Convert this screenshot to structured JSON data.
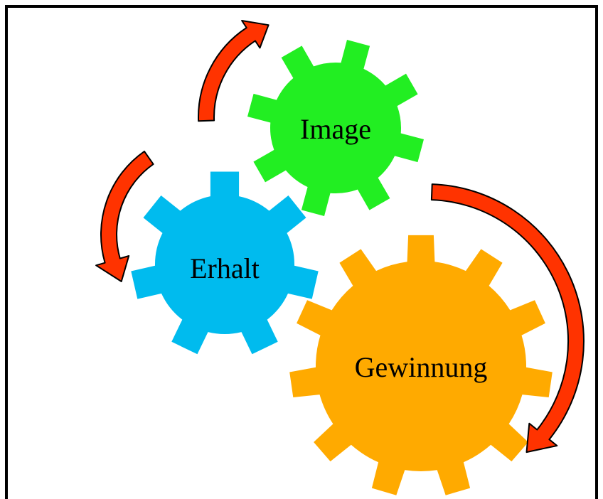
{
  "diagram": {
    "gears": [
      {
        "id": "image",
        "label": "Image",
        "color": "#22ee22"
      },
      {
        "id": "erhalt",
        "label": "Erhalt",
        "color": "#00bbee"
      },
      {
        "id": "gewinnung",
        "label": "Gewinnung",
        "color": "#ffaa00"
      }
    ],
    "arrow_color": "#ff3300",
    "arrow_outline_color": "#000000",
    "frame_color": "#000000"
  }
}
